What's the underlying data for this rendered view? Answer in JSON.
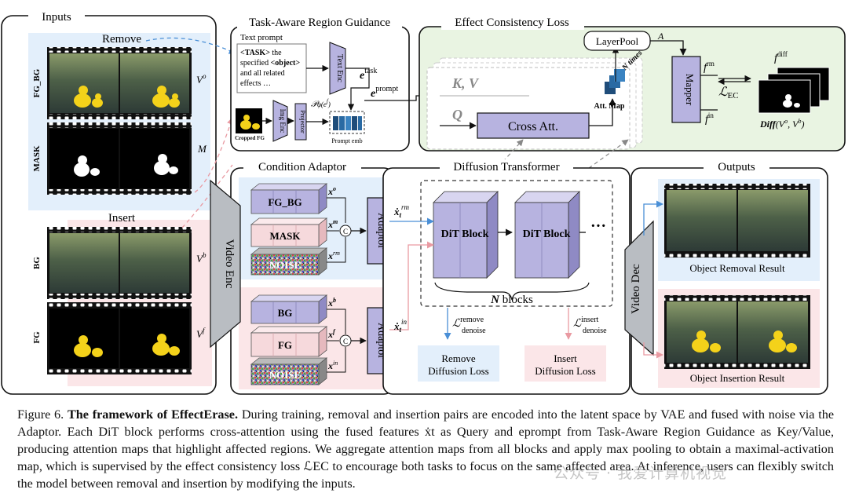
{
  "panels": {
    "inputs": "Inputs",
    "task_guidance": "Task-Aware Region Guidance",
    "effect_loss": "Effect Consistency Loss",
    "condition_adaptor": "Condition Adaptor",
    "diffusion_transformer": "Diffusion Transformer",
    "outputs": "Outputs"
  },
  "inputs": {
    "remove": "Remove",
    "insert": "Insert",
    "row_fgbg": "FG_BG",
    "row_mask": "MASK",
    "row_bg": "BG",
    "row_fg": "FG",
    "sym_vo": "V",
    "sym_vo_sup": "o",
    "sym_m": "M",
    "sym_vb": "V",
    "sym_vb_sup": "b",
    "sym_vf": "V",
    "sym_vf_sup": "f"
  },
  "guidance": {
    "text_prompt": "Text prompt",
    "prompt_task": "<TASK>",
    "prompt_l1_rest": " the",
    "prompt_l2_a": "specified ",
    "prompt_object": "<object>",
    "prompt_l3": "and all related",
    "prompt_l4": "effects …",
    "text_enc": "Text Enc",
    "e_task": "e",
    "e_task_sup": "task",
    "e_prompt": "e",
    "e_prompt_sup": "prompt",
    "p_phi": "𝒫",
    "p_phi_rest": "φ(e",
    "p_phi_sup": "f",
    "p_phi_close": ")",
    "img_enc": "Img Enc",
    "projector": "Projector",
    "cropped_fg": "Cropped FG",
    "prompt_emb": "Prompt emb"
  },
  "effect": {
    "layerpool": "LayerPool",
    "a_label": "A",
    "n_times": "N times",
    "kv": "K, V",
    "q": "Q",
    "cross_att": "Cross Att.",
    "att_map": "Att. Map",
    "mapper": "Mapper",
    "f_rm": "f",
    "f_rm_sup": "rm",
    "f_in": "f",
    "f_in_sup": "in",
    "f_diff": "f",
    "f_diff_sup": "diff",
    "loss_ec": "ℒ",
    "loss_ec_sub": "EC",
    "diff_label": "Diff",
    "diff_args": "(V",
    "diff_o": "o",
    "diff_mid": ", V",
    "diff_b": "b",
    "diff_close": ")"
  },
  "adaptor": {
    "fgbg": "FG_BG",
    "mask": "MASK",
    "noise1": "NOISE",
    "bg": "BG",
    "fg": "FG",
    "noise2": "NOISE",
    "video_enc": "Video Enc",
    "adaptor_label": "Adaptor",
    "x_o": "x",
    "x_o_sup": "o",
    "x_m": "x",
    "x_m_sup": "m",
    "x_rm": "x",
    "x_rm_sup": "rm",
    "x_b": "x",
    "x_b_sup": "b",
    "x_f": "x",
    "x_f_sup": "f",
    "x_in": "x",
    "x_in_sup": "in",
    "concat": "C",
    "xt_rm": "ẋ",
    "xt_rm_sub": "t",
    "xt_rm_sup": "rm",
    "xt_in": "ẋ",
    "xt_in_sub": "t",
    "xt_in_sup": "in"
  },
  "dit": {
    "block1": "DiT Block",
    "block2": "DiT Block",
    "dots": "···",
    "n_blocks_n": "N",
    "n_blocks": " blocks",
    "loss_remove": "ℒ",
    "loss_remove_sup": "remove",
    "loss_remove_sub": "denoise",
    "loss_insert": "ℒ",
    "loss_insert_sup": "insert",
    "loss_insert_sub": "denoise",
    "remove_loss_l1": "Remove",
    "remove_loss_l2": "Diffusion Loss",
    "insert_loss_l1": "Insert",
    "insert_loss_l2": "Diffusion Loss"
  },
  "outputs": {
    "video_dec": "Video Dec",
    "removal_result": "Object Removal Result",
    "insertion_result": "Object Insertion Result"
  },
  "caption": {
    "fig": "Figure 6. ",
    "title": "The framework of EffectErase.",
    "text": " During training, removal and insertion pairs are encoded into the latent space by VAE and fused with noise via the Adaptor. Each DiT block performs cross-attention using the fused features ẋt as Query and eprompt from Task-Aware Region Guidance as Key/Value, producing attention maps that highlight affected regions. We aggregate attention maps from all blocks and apply max pooling to obtain a maximal-activation map, which is supervised by the effect consistency loss ℒEC to encourage both tasks to focus on the same affected area. At inference, users can flexibly switch the model between removal and insertion by modifying the inputs."
  },
  "watermark": "公众号 · 我爱计算机视觉",
  "colors": {
    "purple": "#b7b3e0",
    "purple_dark": "#8f8ac4",
    "pink": "#f6d9dc",
    "blue_bg": "#e3effb",
    "pink_bg": "#fbe6e8",
    "green_bg": "#e9f4e2",
    "gray": "#b9bdc2",
    "blue_arrow": "#4a8fd6",
    "pink_arrow": "#e99aa2"
  }
}
